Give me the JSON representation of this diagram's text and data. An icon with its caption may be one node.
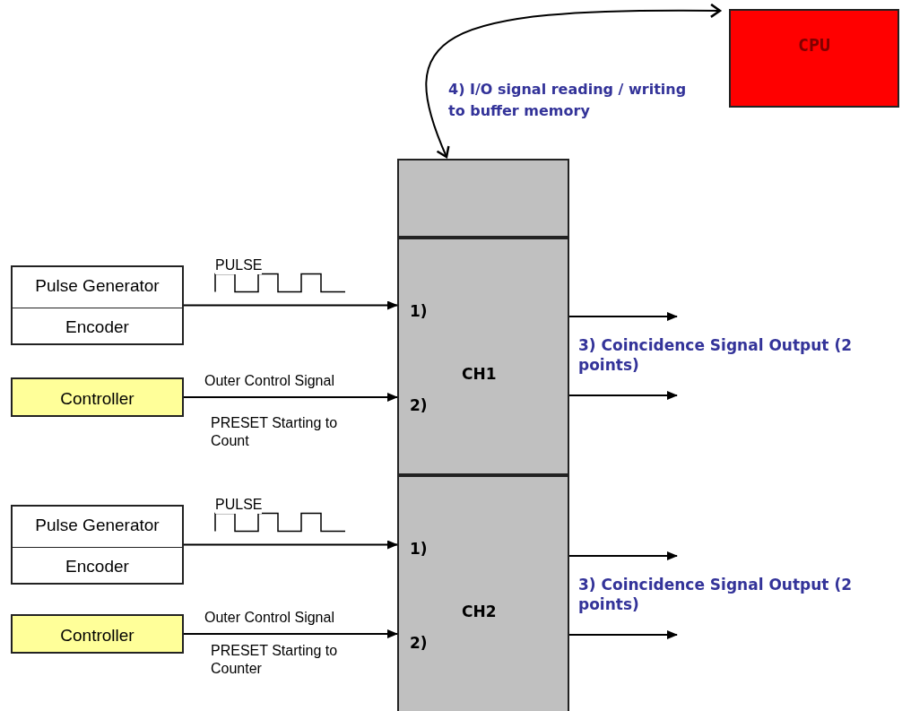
{
  "diagram": {
    "nodes": [
      {
        "text": [
          "CPU"
        ]
      },
      {
        "text": [],
        "shape": "box"
      },
      {
        "text": [
          "Pulse Generator",
          "Encoder"
        ]
      },
      {
        "text": [
          "1)",
          "CH1",
          "2)"
        ]
      },
      {
        "text": [
          "Controller"
        ]
      },
      {
        "text": [
          "Pulse Generator",
          "Encoder"
        ]
      },
      {
        "text": [
          "1)",
          "CH2",
          "2)"
        ]
      },
      {
        "text": [
          "Controller"
        ]
      }
    ],
    "edges": [
      {
        "from": 1,
        "to": 0,
        "arrow": "both",
        "label": "4) I/O signal reading / writing to buffer memory"
      },
      {
        "from": 2,
        "to": 3,
        "arrow": "to",
        "label": "PULSE"
      },
      {
        "from": 4,
        "to": 3,
        "arrow": "to",
        "label": "Outer Control Signal"
      },
      {
        "from": 3,
        "to": null,
        "arrow": "to"
      },
      {
        "from": 3,
        "to": null,
        "arrow": "to"
      },
      {
        "from": 5,
        "to": 6,
        "arrow": "to",
        "label": "PULSE"
      },
      {
        "from": 7,
        "to": 6,
        "arrow": "to",
        "label": "Outer Control Signal"
      },
      {
        "from": 6,
        "to": null,
        "arrow": "to"
      },
      {
        "from": 6,
        "to": null,
        "arrow": "to"
      }
    ],
    "labels": [
      "PRESET Starting to Count",
      "3) Coincidence Signal Output (2 points)",
      "PRESET Starting to Counter",
      "3) Coincidence Signal Output (2 points)"
    ]
  }
}
